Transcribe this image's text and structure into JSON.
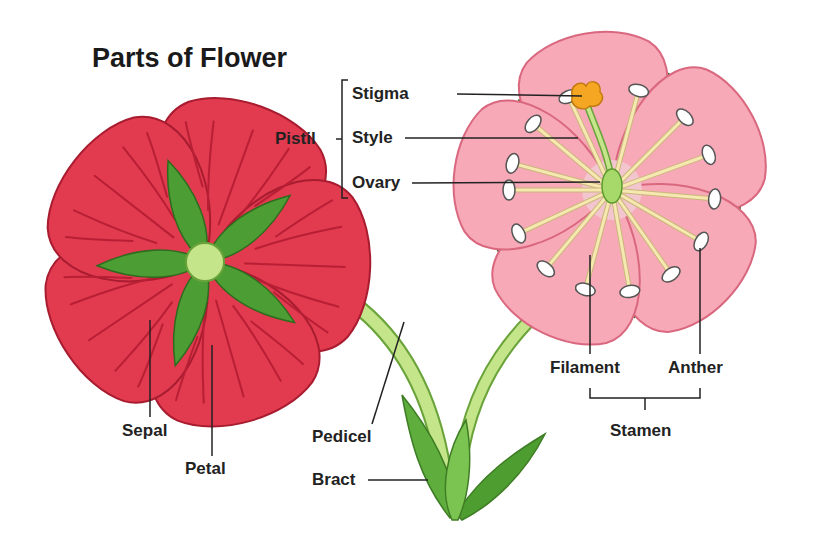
{
  "diagram": {
    "title": "Parts of Flower",
    "labels": [
      "Stigma",
      "Pistil",
      "Style",
      "Ovary",
      "Filament",
      "Anther",
      "Stamen",
      "Sepal",
      "Pedicel",
      "Petal",
      "Bract"
    ]
  }
}
